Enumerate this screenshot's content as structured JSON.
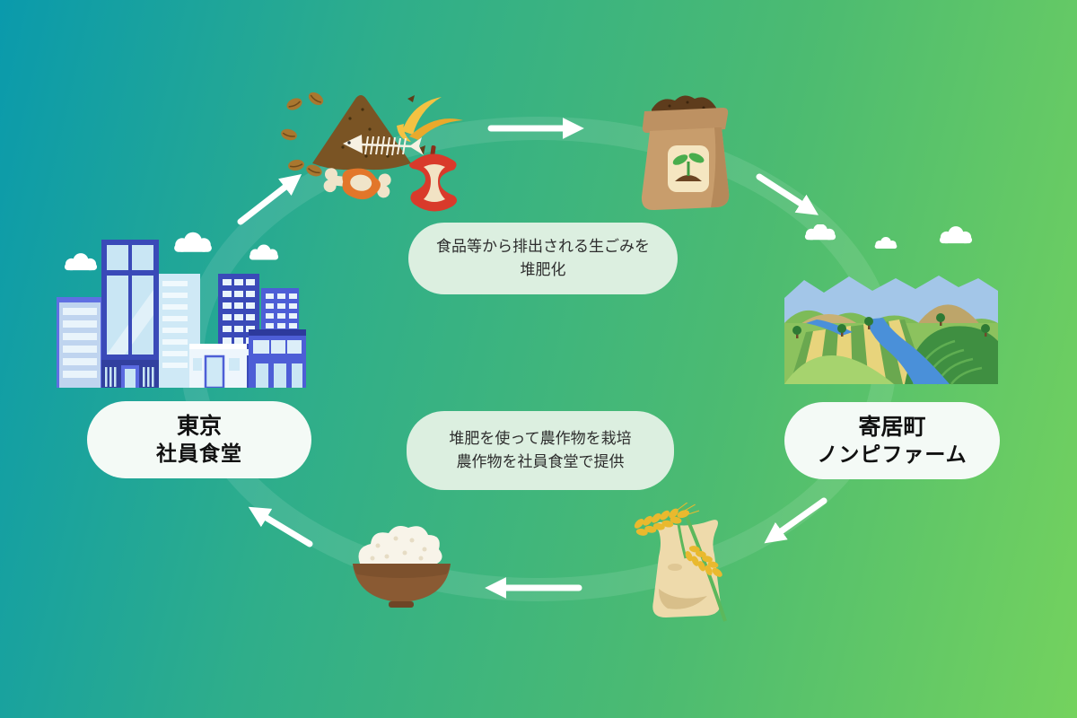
{
  "background": {
    "gradient_start": "#0a9aac",
    "gradient_mid": "#3cb47f",
    "gradient_end": "#74d25e"
  },
  "cycle": {
    "direction": "clockwise",
    "arrow_color": "#ffffff",
    "ring_color": "rgba(255,255,255,0.10)"
  },
  "nodes": {
    "tokyo": {
      "title": "東京",
      "subtitle": "社員食堂"
    },
    "yorii": {
      "title": "寄居町",
      "subtitle": "ノンピファーム"
    }
  },
  "callouts": {
    "compost": {
      "line1": "食品等から排出される生ごみを",
      "line2": "堆肥化"
    },
    "farming": {
      "line1": "堆肥を使って農作物を栽培",
      "line2": "農作物を社員食堂で提供"
    }
  },
  "icons": [
    {
      "name": "food-waste-icon"
    },
    {
      "name": "compost-bag-icon"
    },
    {
      "name": "farm-landscape-icon"
    },
    {
      "name": "rice-bag-icon"
    },
    {
      "name": "rice-bowl-icon"
    },
    {
      "name": "tokyo-buildings-icon"
    }
  ],
  "colors": {
    "callout_bg": "#dcefe0",
    "node_pill_bg": "#f4faf6",
    "label_text": "#111111",
    "arrow": "#ffffff"
  }
}
